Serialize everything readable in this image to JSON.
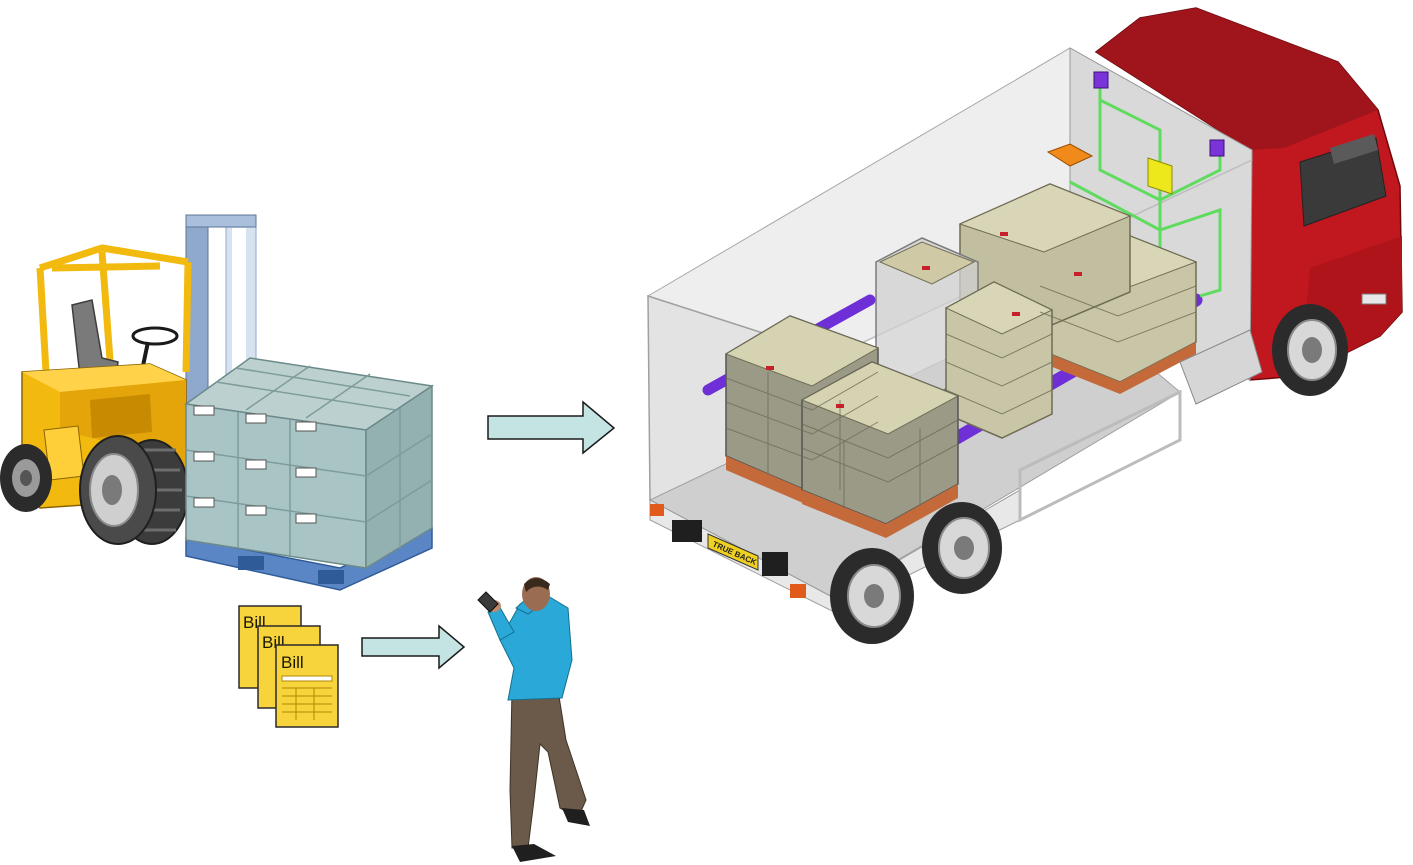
{
  "bills": [
    {
      "label": "Bill"
    },
    {
      "label": "Bill"
    },
    {
      "label": "Bill"
    }
  ],
  "truck": {
    "plate_text": "TRUE BACK"
  },
  "colors": {
    "arrow_fill": "#c4e3e3",
    "arrow_stroke": "#1a1a1a",
    "forklift": "#f2b90f",
    "forklift_mast": "#8fa9cc",
    "carton": "#a9c4c4",
    "pallet": "#5a86c6",
    "bill_paper": "#f7d33c",
    "cab": "#c11820",
    "pipe": "#6e2fd6",
    "wiring": "#5fdc5f",
    "reader": "#ece81c",
    "cargo_box": "#c9c6a8",
    "cargo_pallet": "#c46a3a",
    "shirt": "#2aa8d8",
    "trousers": "#6b5a4a"
  }
}
